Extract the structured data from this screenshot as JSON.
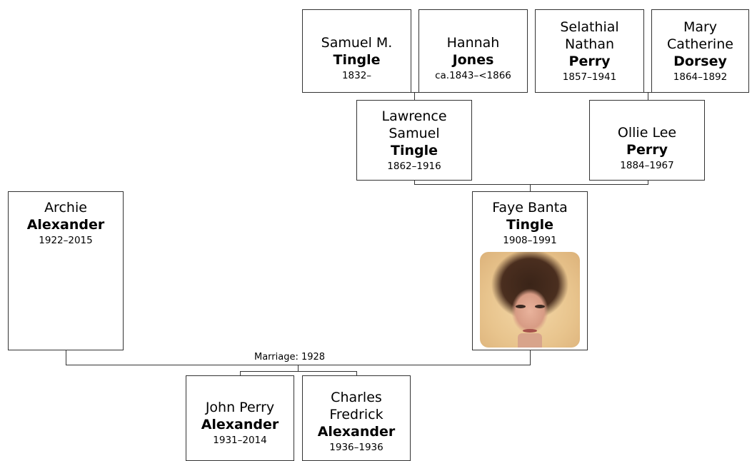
{
  "people": {
    "samuel": {
      "given": "Samuel M.",
      "surname": "Tingle",
      "dates": "1832–"
    },
    "hannah": {
      "given": "Hannah",
      "surname": "Jones",
      "dates": "ca.1843–<1866"
    },
    "selathial": {
      "given1": "Selathial",
      "given2": "Nathan",
      "surname": "Perry",
      "dates": "1857–1941"
    },
    "mary": {
      "given1": "Mary",
      "given2": "Catherine",
      "surname": "Dorsey",
      "dates": "1864–1892"
    },
    "lawrence": {
      "given1": "Lawrence",
      "given2": "Samuel",
      "surname": "Tingle",
      "dates": "1862–1916"
    },
    "ollie": {
      "given": "Ollie Lee",
      "surname": "Perry",
      "dates": "1884–1967"
    },
    "archie": {
      "given": "Archie",
      "surname": "Alexander",
      "dates": "1922–2015"
    },
    "faye": {
      "given": "Faye Banta",
      "surname": "Tingle",
      "dates": "1908–1991"
    },
    "john": {
      "given": "John Perry",
      "surname": "Alexander",
      "dates": "1931–2014"
    },
    "charles": {
      "given1": "Charles",
      "given2": "Fredrick",
      "surname": "Alexander",
      "dates": "1936–1936"
    }
  },
  "marriage_label": "Marriage: 1928"
}
